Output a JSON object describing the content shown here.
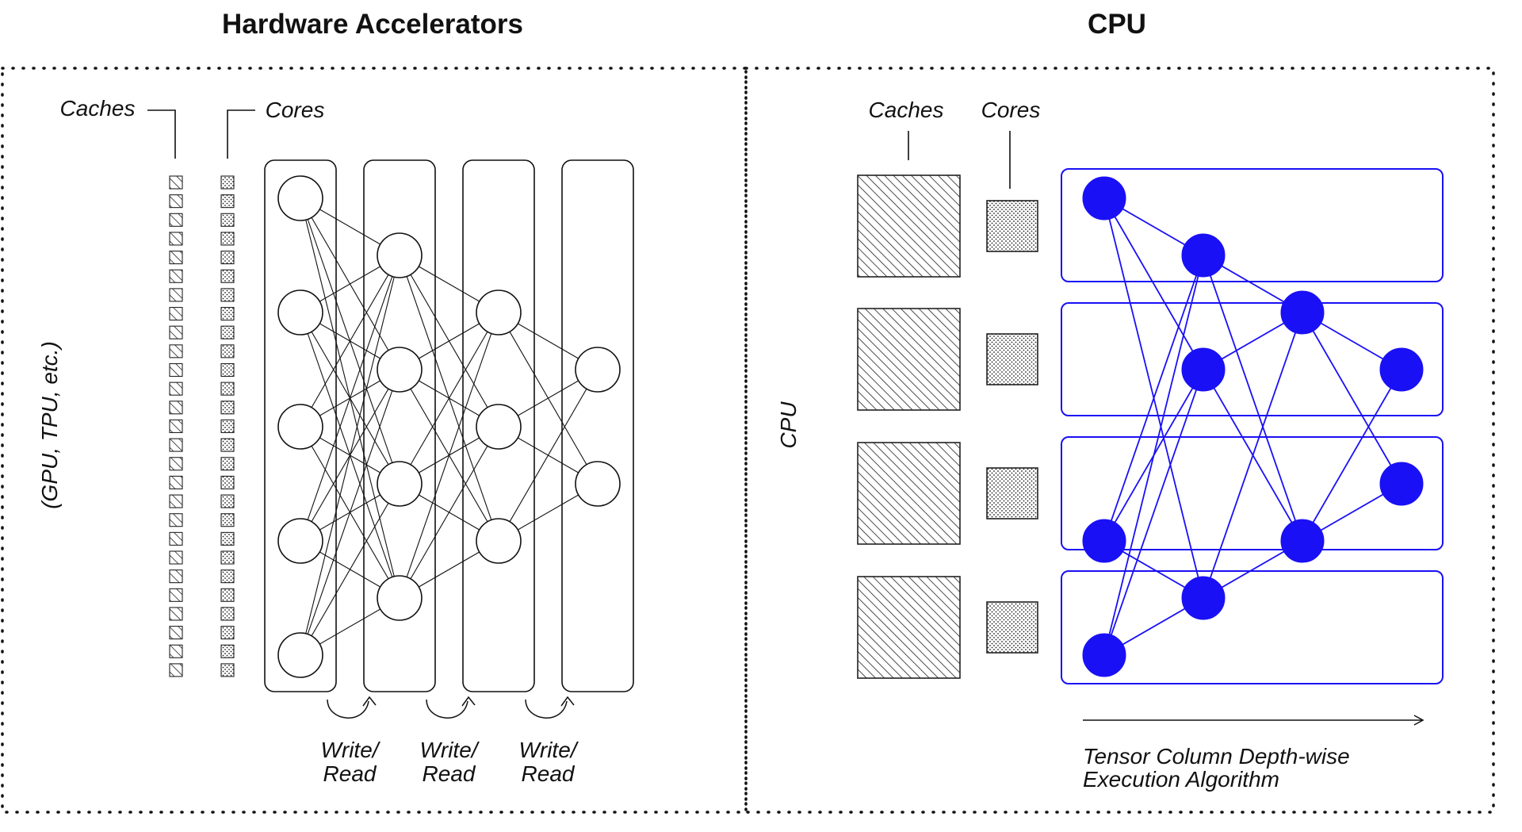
{
  "left_panel": {
    "title": "Hardware Accelerators",
    "side_label": "(GPU, TPU, etc.)",
    "caches_label": "Caches",
    "cores_label": "Cores",
    "layers": [
      {
        "nodes": 5
      },
      {
        "nodes": 4
      },
      {
        "nodes": 3
      },
      {
        "nodes": 2
      }
    ],
    "transitions": [
      {
        "line1": "Write/",
        "line2": "Read"
      },
      {
        "line1": "Write/",
        "line2": "Read"
      },
      {
        "line1": "Write/",
        "line2": "Read"
      }
    ],
    "color": "#111111"
  },
  "right_panel": {
    "title": "CPU",
    "side_label": "CPU",
    "caches_label": "Caches",
    "cores_label": "Cores",
    "rows": 4,
    "arrow_label_line1": "Tensor Column Depth-wise",
    "arrow_label_line2": "Execution Algorithm",
    "accent_color": "#1a10f5"
  }
}
